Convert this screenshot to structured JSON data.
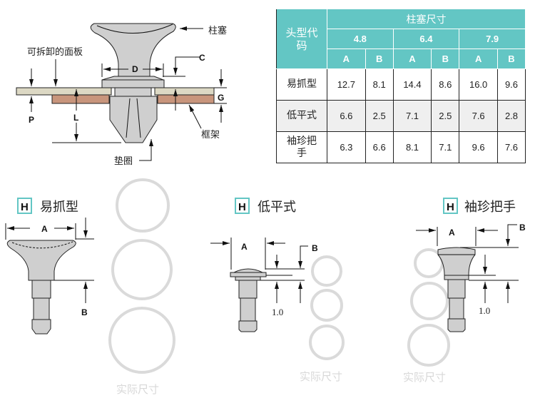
{
  "diagram": {
    "labels": {
      "plunger": "柱塞",
      "panel": "可拆卸的面板",
      "frame": "框架",
      "washer": "垫圈",
      "C": "C",
      "D": "D",
      "G": "G",
      "P": "P",
      "L": "L"
    }
  },
  "table": {
    "corner_header": "头型代码",
    "group_header": "柱塞尺寸",
    "sizes": [
      "4.8",
      "6.4",
      "7.9"
    ],
    "subcols": [
      "A",
      "B",
      "A",
      "B",
      "A",
      "B"
    ],
    "rows": [
      {
        "type": "易抓型",
        "values": [
          "12.7",
          "8.1",
          "14.4",
          "8.6",
          "16.0",
          "9.6"
        ]
      },
      {
        "type": "低平式",
        "values": [
          "6.6",
          "2.5",
          "7.1",
          "2.5",
          "7.6",
          "2.8"
        ]
      },
      {
        "type": "袖珍把手",
        "values": [
          "6.3",
          "6.6",
          "8.1",
          "7.1",
          "9.6",
          "7.6"
        ]
      }
    ]
  },
  "variants": [
    {
      "badge": "H",
      "title": "易抓型",
      "dimA": "A",
      "dimB": "B",
      "actual_size": "实际尺寸"
    },
    {
      "badge": "H",
      "title": "低平式",
      "dimA": "A",
      "dimB": "B",
      "gap": "1.0",
      "actual_size": "实际尺寸"
    },
    {
      "badge": "H",
      "title": "袖珍把手",
      "dimA": "A",
      "dimB": "B",
      "gap": "1.0",
      "actual_size": "实际尺寸"
    }
  ],
  "colors": {
    "teal": "#63c6c4",
    "panel": "#dcd8c4",
    "frame": "#c8957c",
    "part": "#cfcfcf",
    "ring": "#dadada"
  }
}
